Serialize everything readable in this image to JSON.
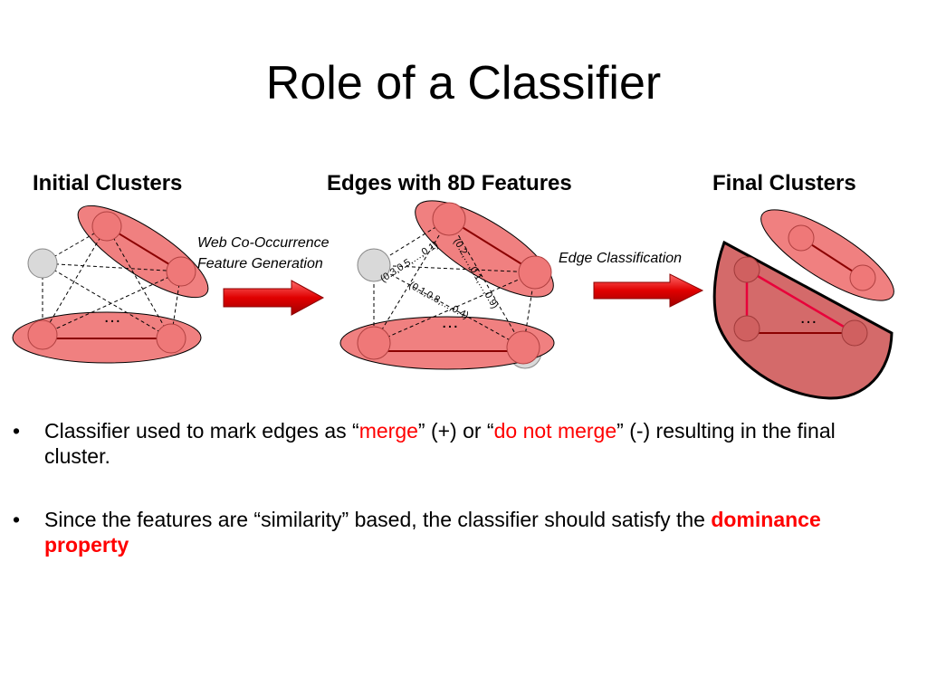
{
  "slide": {
    "title": "Role of a Classifier",
    "headings": {
      "initial": "Initial Clusters",
      "edges": "Edges with 8D Features",
      "final": "Final Clusters"
    },
    "arrow_labels": {
      "first_line1": "Web Co-Occurrence",
      "first_line2": "Feature Generation",
      "second": "Edge Classification"
    },
    "ellipsis": "…",
    "feature_vectors": {
      "a": "(0.3,0.5,…,0.1)",
      "b": "(0.2,…,0.1,…,0.9)",
      "c": "(0.1,0.8,…,0.4)"
    },
    "bullets": [
      {
        "prefix": " Classifier used to mark edges as “",
        "merge": "merge",
        "mid": "” (+)  or “",
        "no_merge": "do not merge",
        "suffix": "” (-) resulting in the final cluster."
      },
      {
        "prefix": "Since the features are “similarity” based, the classifier should satisfy the ",
        "emphasis": "dominance property"
      }
    ],
    "bullet_char": "•",
    "colors": {
      "cluster_fill": "#f08080",
      "final_cluster_fill": "#d46a6a",
      "node_fill": "#ef7878",
      "singleton_fill": "#d9d9d9",
      "arrow": "#e00000",
      "highlight": "#ff0000"
    }
  }
}
